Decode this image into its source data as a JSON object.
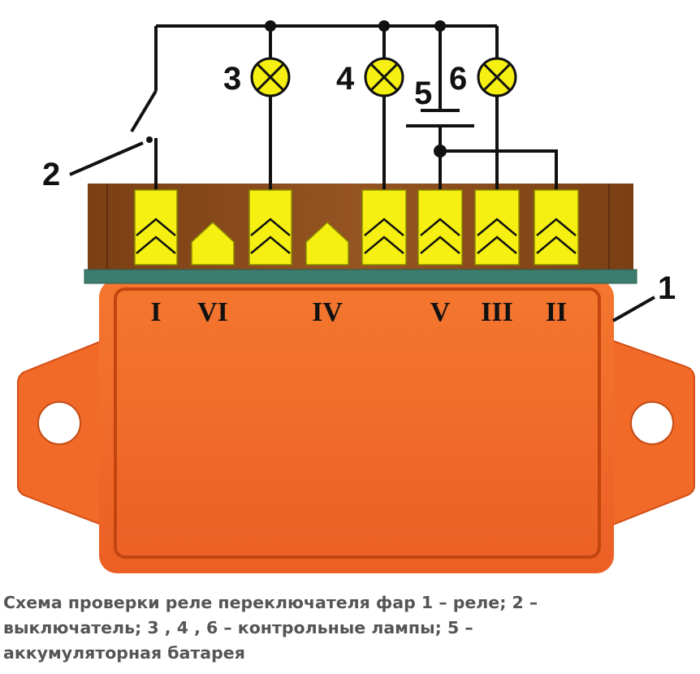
{
  "callouts": {
    "relay": "1",
    "switch": "2",
    "lamp_a": "3",
    "lamp_b": "4",
    "battery": "5",
    "lamp_c": "6"
  },
  "terminals": [
    "I",
    "VI",
    "IV",
    "V",
    "III",
    "II"
  ],
  "caption": [
    "Схема проверки реле переключателя фар 1 – реле; 2 –",
    "выключатель; 3 , 4 , 6 – контрольные лампы; 5 –",
    "аккумуляторная батарея"
  ],
  "colors": {
    "relay_body": "#f06a2a",
    "relay_top": "#8a4b1c",
    "terminal": "#f5f011",
    "lamp": "#f5f011",
    "base_strip": "#3d7d6e"
  }
}
